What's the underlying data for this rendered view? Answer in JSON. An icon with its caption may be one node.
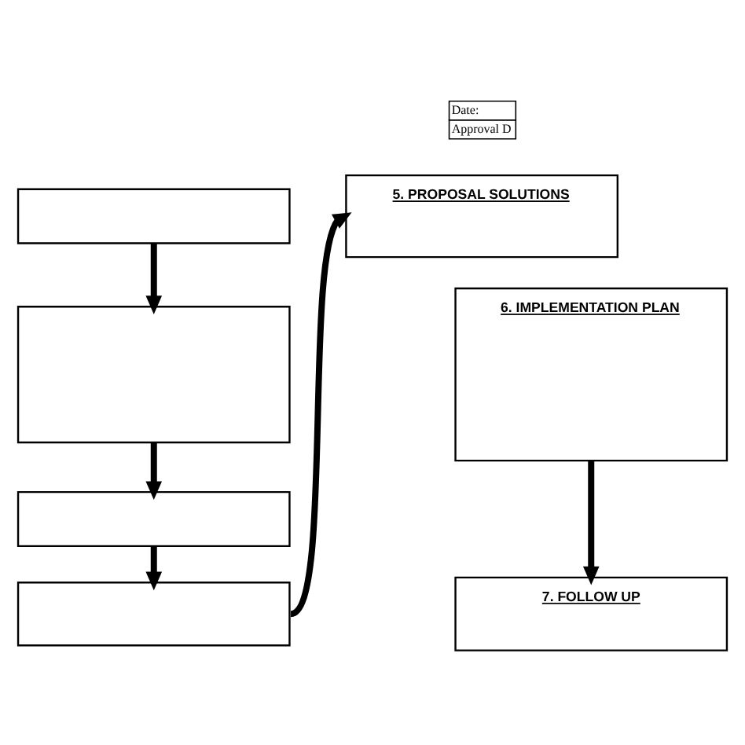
{
  "diagram": {
    "nodes": [
      {
        "text": [],
        "shape": "box"
      },
      {
        "text": [],
        "shape": "box"
      },
      {
        "text": [],
        "shape": "box"
      },
      {
        "text": [],
        "shape": "box"
      },
      {
        "text": [
          "5. PROPOSAL SOLUTIONS"
        ]
      },
      {
        "text": [
          "6. IMPLEMENTATION PLAN"
        ]
      },
      {
        "text": [
          "7. FOLLOW UP"
        ]
      }
    ],
    "edges": [
      {
        "from": 0,
        "to": 1,
        "arrow": "to"
      },
      {
        "from": 1,
        "to": 2,
        "arrow": "to"
      },
      {
        "from": 2,
        "to": 3,
        "arrow": "to"
      },
      {
        "from": 3,
        "to": 4,
        "arrow": "to"
      },
      {
        "from": 5,
        "to": 6,
        "arrow": "to"
      }
    ],
    "labels": [
      "Date:",
      "Approval D"
    ]
  }
}
